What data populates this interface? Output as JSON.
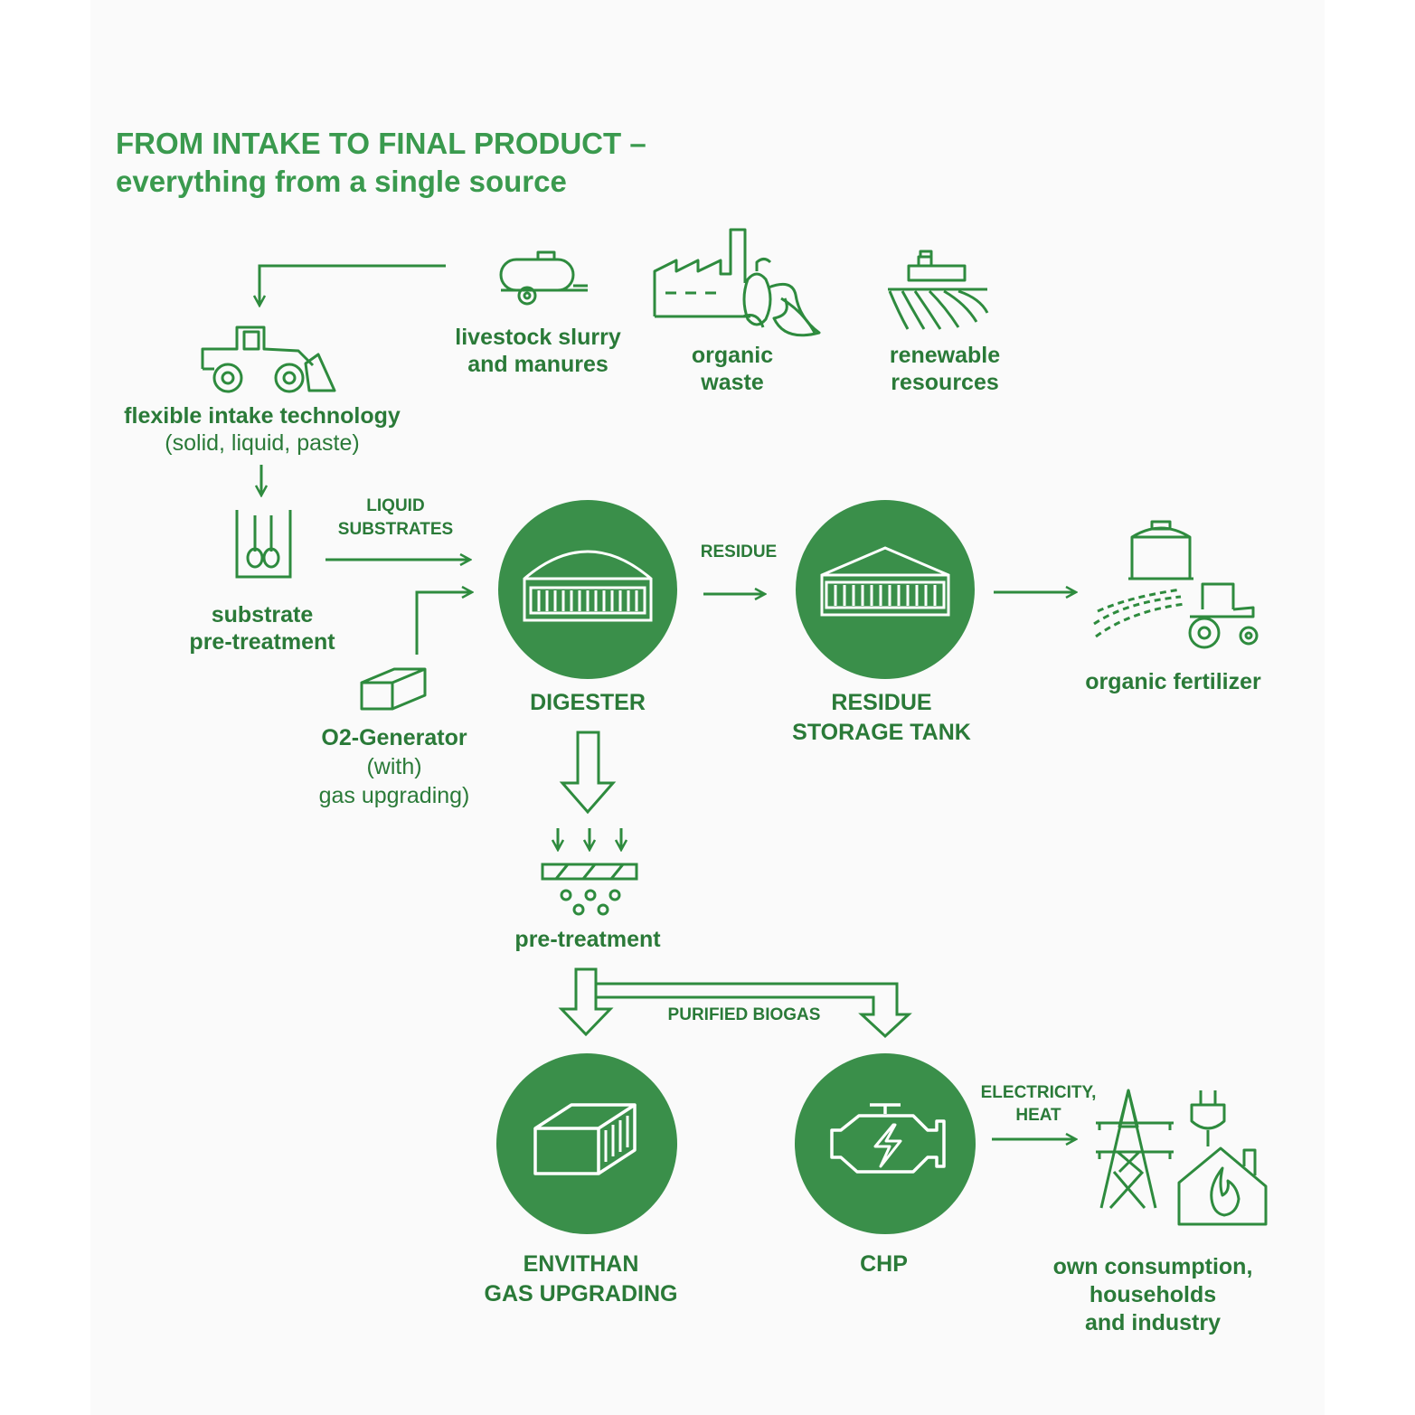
{
  "title": {
    "line1": "FROM INTAKE TO FINAL PRODUCT –",
    "line2": "everything from a single source"
  },
  "inputs": {
    "slurry": [
      "livestock slurry",
      "and manures"
    ],
    "waste": [
      "organic",
      "waste"
    ],
    "renewable": [
      "renewable",
      "resources"
    ]
  },
  "intake": {
    "title": "flexible intake technology",
    "detail": "(solid, liquid, paste)"
  },
  "substrate": [
    "substrate",
    "pre-treatment"
  ],
  "o2": {
    "title": "O2-Generator",
    "with": "(with)",
    "detail": "gas upgrading)"
  },
  "flows": {
    "liquid": [
      "LIQUID",
      "SUBSTRATES"
    ],
    "residue": "RESIDUE",
    "purified": "PURIFIED BIOGAS",
    "electricity": [
      "ELECTRICITY,",
      "HEAT"
    ]
  },
  "nodes": {
    "digester": "DIGESTER",
    "residue_tank": [
      "RESIDUE",
      "STORAGE TANK"
    ],
    "fertilizer": "organic fertilizer",
    "pretreatment": "pre-treatment",
    "envithan": [
      "ENVITHAN",
      "GAS UPGRADING"
    ],
    "chp": "CHP",
    "consumption": [
      "own consumption,",
      "households",
      "and industry"
    ]
  },
  "colors": {
    "circle": "#3a8f4a",
    "line": "#2e8b3e",
    "text": "#2a7a38",
    "title": "#3a9a4e"
  }
}
